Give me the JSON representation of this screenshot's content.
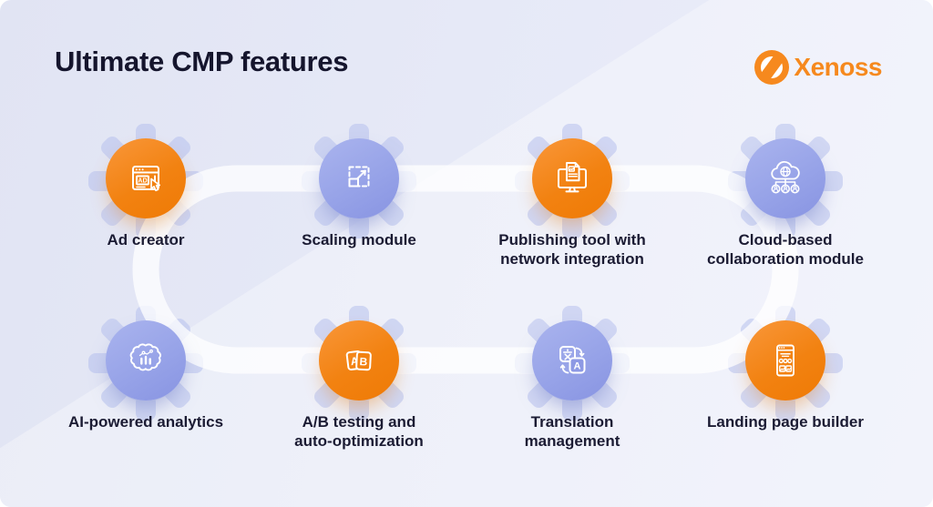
{
  "title": "Ultimate CMP features",
  "logo": {
    "brand": "Xenoss",
    "color": "#f6891e"
  },
  "colors": {
    "orange": "#f28211",
    "purple": "#97a3e8",
    "gear": "#b7c1ee",
    "pipe": "#ffffff",
    "background_from": "#e1e4f3",
    "background_to": "#eceefa",
    "text": "#1b1b33"
  },
  "features": [
    {
      "label": "Ad creator",
      "icon": "ad-creator",
      "color": "orange"
    },
    {
      "label": "Scaling module",
      "icon": "scaling-module",
      "color": "purple"
    },
    {
      "label": "Publishing tool with network integration",
      "icon": "publishing-tool",
      "color": "orange"
    },
    {
      "label": "Cloud-based collaboration module",
      "icon": "cloud-collaboration",
      "color": "purple"
    },
    {
      "label": "AI-powered analytics",
      "icon": "ai-analytics",
      "color": "purple"
    },
    {
      "label": "A/B testing and auto-optimization",
      "icon": "ab-testing",
      "color": "orange"
    },
    {
      "label": "Translation management",
      "icon": "translation",
      "color": "purple"
    },
    {
      "label": "Landing page builder",
      "icon": "landing-page-builder",
      "color": "orange"
    }
  ]
}
